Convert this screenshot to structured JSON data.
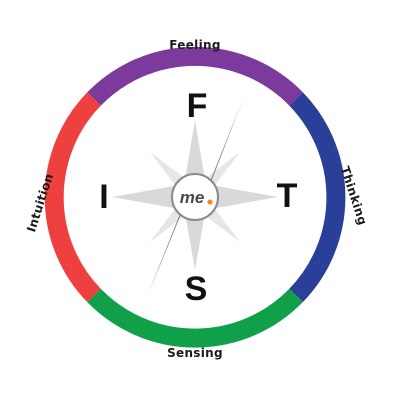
{
  "diagram": {
    "segments": [
      {
        "label": "Feeling",
        "color": "#7b3a9c"
      },
      {
        "label": "Thinking",
        "color": "#2a3f97"
      },
      {
        "label": "Sensing",
        "color": "#11a04a"
      },
      {
        "label": "Intuition",
        "color": "#ef4040"
      }
    ],
    "compass_letters": {
      "north": "F",
      "east": "T",
      "south": "S",
      "west": "I"
    },
    "logo": {
      "text": "me",
      "dot_color": "#f28a1b"
    },
    "needle_color": "#8a8a8a",
    "rose_color": "#d9d9d9"
  }
}
